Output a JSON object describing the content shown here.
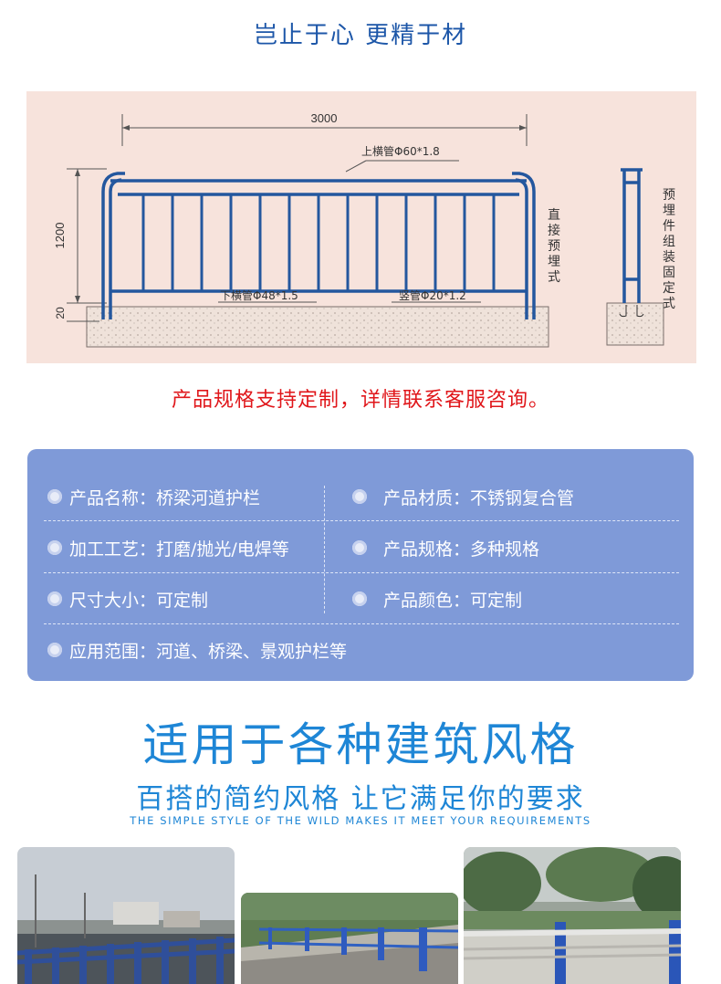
{
  "header": {
    "title": "岂止于心 更精于材"
  },
  "drawing": {
    "width_label": "3000",
    "height_label": "1200",
    "base_label": "20",
    "top_rail": "上横管Φ60*1.8",
    "bottom_rail": "下横管Φ48*1.5",
    "vertical_bar": "竖管Φ20*1.2",
    "method_direct": [
      "直",
      "接",
      "预",
      "埋",
      "式"
    ],
    "method_assembled": [
      "预",
      "埋",
      "件",
      "组",
      "装",
      "固",
      "定",
      "式"
    ]
  },
  "custom_note": "产品规格支持定制，详情联系客服咨询。",
  "specs": {
    "rows": [
      [
        {
          "label": "产品名称：桥梁河道护栏"
        },
        {
          "label": "产品材质：不锈钢复合管"
        }
      ],
      [
        {
          "label": "加工工艺：打磨/抛光/电焊等"
        },
        {
          "label": "产品规格：多种规格"
        }
      ],
      [
        {
          "label": "尺寸大小：可定制"
        },
        {
          "label": "产品颜色：可定制"
        }
      ],
      [
        {
          "label": "应用范围：河道、桥梁、景观护栏等"
        }
      ]
    ]
  },
  "style_section": {
    "title": "适用于各种建筑风格",
    "subtitle": "百搭的简约风格 让它满足你的要求",
    "english": "THE SIMPLE STYLE OF THE WILD MAKES IT MEET YOUR REQUIREMENTS"
  },
  "colors": {
    "blue": "#1e86d6",
    "red": "#e0161a",
    "card": "#7f9ad8",
    "rail": "#24579e"
  }
}
